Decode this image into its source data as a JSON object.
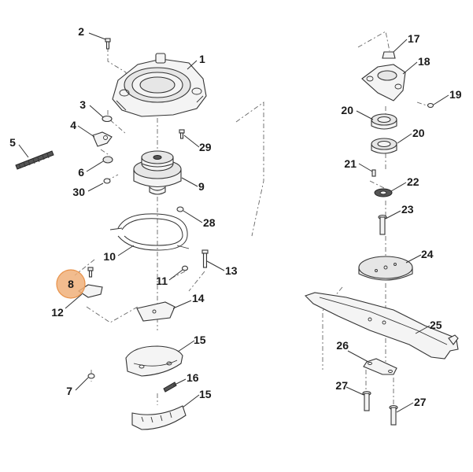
{
  "callouts": [
    {
      "id": "c1",
      "label": "1"
    },
    {
      "id": "c2",
      "label": "2"
    },
    {
      "id": "c3",
      "label": "3"
    },
    {
      "id": "c4",
      "label": "4"
    },
    {
      "id": "c5",
      "label": "5"
    },
    {
      "id": "c6",
      "label": "6"
    },
    {
      "id": "c7",
      "label": "7"
    },
    {
      "id": "c8",
      "label": "8"
    },
    {
      "id": "c9",
      "label": "9"
    },
    {
      "id": "c10",
      "label": "10"
    },
    {
      "id": "c11",
      "label": "11"
    },
    {
      "id": "c12",
      "label": "12"
    },
    {
      "id": "c13",
      "label": "13"
    },
    {
      "id": "c14",
      "label": "14"
    },
    {
      "id": "c15a",
      "label": "15"
    },
    {
      "id": "c15b",
      "label": "15"
    },
    {
      "id": "c16",
      "label": "16"
    },
    {
      "id": "c17",
      "label": "17"
    },
    {
      "id": "c18",
      "label": "18"
    },
    {
      "id": "c19",
      "label": "19"
    },
    {
      "id": "c20a",
      "label": "20"
    },
    {
      "id": "c20b",
      "label": "20"
    },
    {
      "id": "c21",
      "label": "21"
    },
    {
      "id": "c22",
      "label": "22"
    },
    {
      "id": "c23",
      "label": "23"
    },
    {
      "id": "c24",
      "label": "24"
    },
    {
      "id": "c25",
      "label": "25"
    },
    {
      "id": "c26",
      "label": "26"
    },
    {
      "id": "c27a",
      "label": "27"
    },
    {
      "id": "c27b",
      "label": "27"
    },
    {
      "id": "c28",
      "label": "28"
    },
    {
      "id": "c29",
      "label": "29"
    },
    {
      "id": "c30",
      "label": "30"
    }
  ],
  "highlight": {
    "label": "8",
    "color": "#e8a060"
  }
}
